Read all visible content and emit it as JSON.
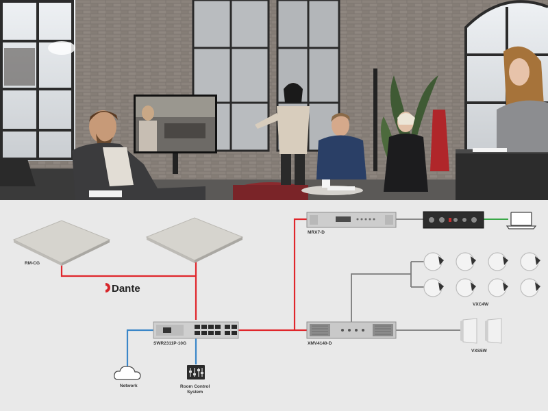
{
  "photo": {
    "description_icon": "meeting-room-photo"
  },
  "diagram": {
    "brand": "Dante",
    "labels": {
      "ceiling_mics": "RM-CG",
      "switch": "SWR2311P-10G",
      "network": "Network",
      "room_control_line1": "Room Control",
      "room_control_line2": "System",
      "processor": "MRX7-D",
      "amplifier": "XMV4140-D",
      "ceiling_speakers": "VXC4W",
      "surface_speakers": "VXS5W"
    },
    "colors": {
      "dante_line": "#e0262b",
      "network_line": "#3a86c8",
      "analog_line": "#7a7a7a",
      "usb_line": "#3aa848",
      "background": "#e9e9e9"
    }
  }
}
